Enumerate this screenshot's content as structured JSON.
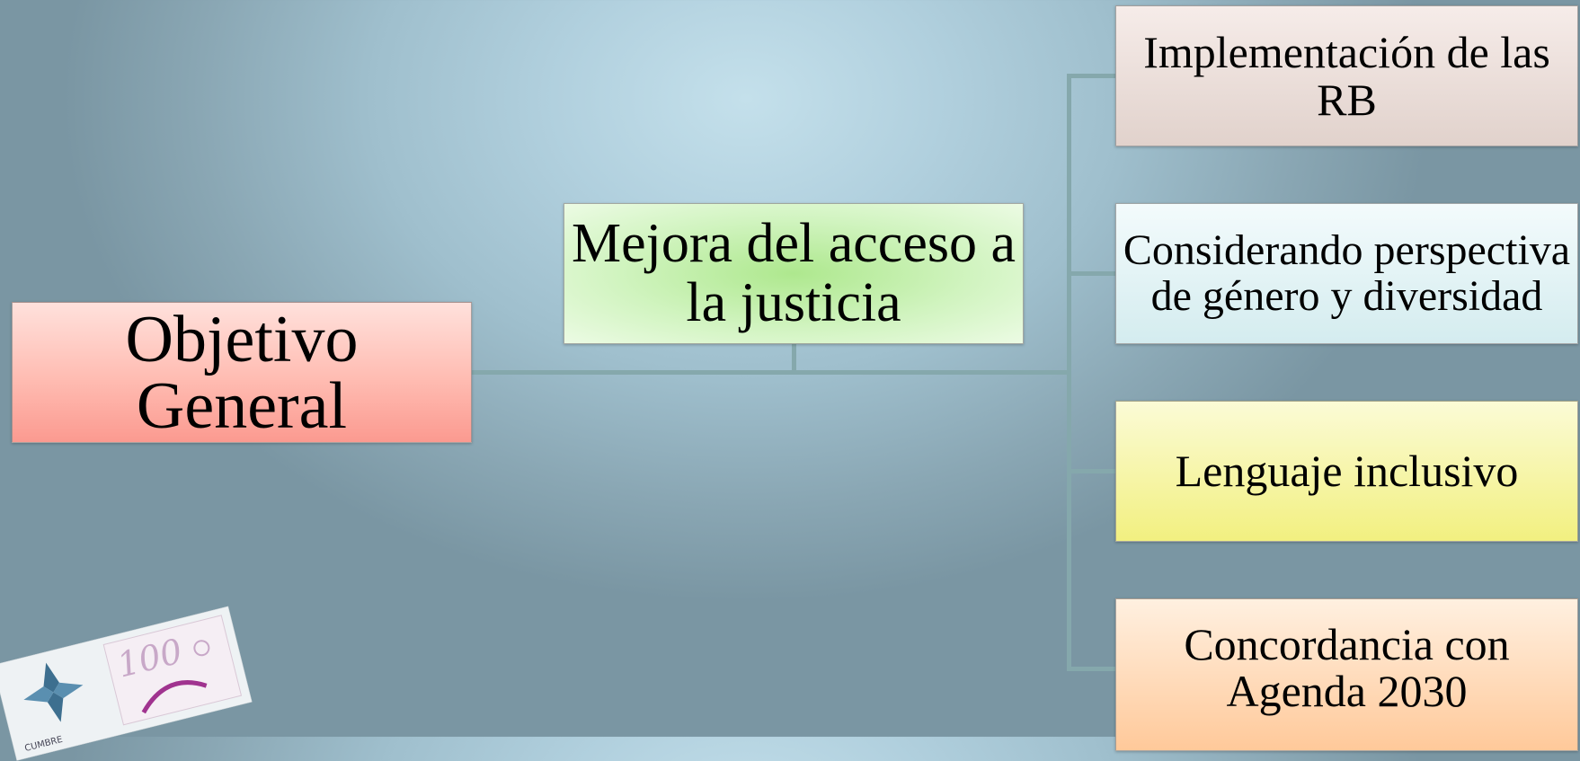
{
  "diagram": {
    "root": {
      "label": "Objetivo General"
    },
    "middle": {
      "label": "Mejora del acceso a la justicia"
    },
    "leaves": [
      {
        "label": "Implementación de las RB"
      },
      {
        "label": "Considerando perspectiva de género y diversidad"
      },
      {
        "label": "Lenguaje inclusivo"
      },
      {
        "label": "Concordancia con Agenda 2030"
      }
    ]
  },
  "logo": {
    "badge_text": "100",
    "caption": "CUMBRE"
  },
  "colors": {
    "connector": "#85a8ac",
    "root_fill": "#fbaaa0",
    "middle_fill": "#c4f0ad",
    "leaf_fills": [
      "#e7d8d2",
      "#dff1f3",
      "#f5f3a0",
      "#ffd3ad"
    ]
  }
}
